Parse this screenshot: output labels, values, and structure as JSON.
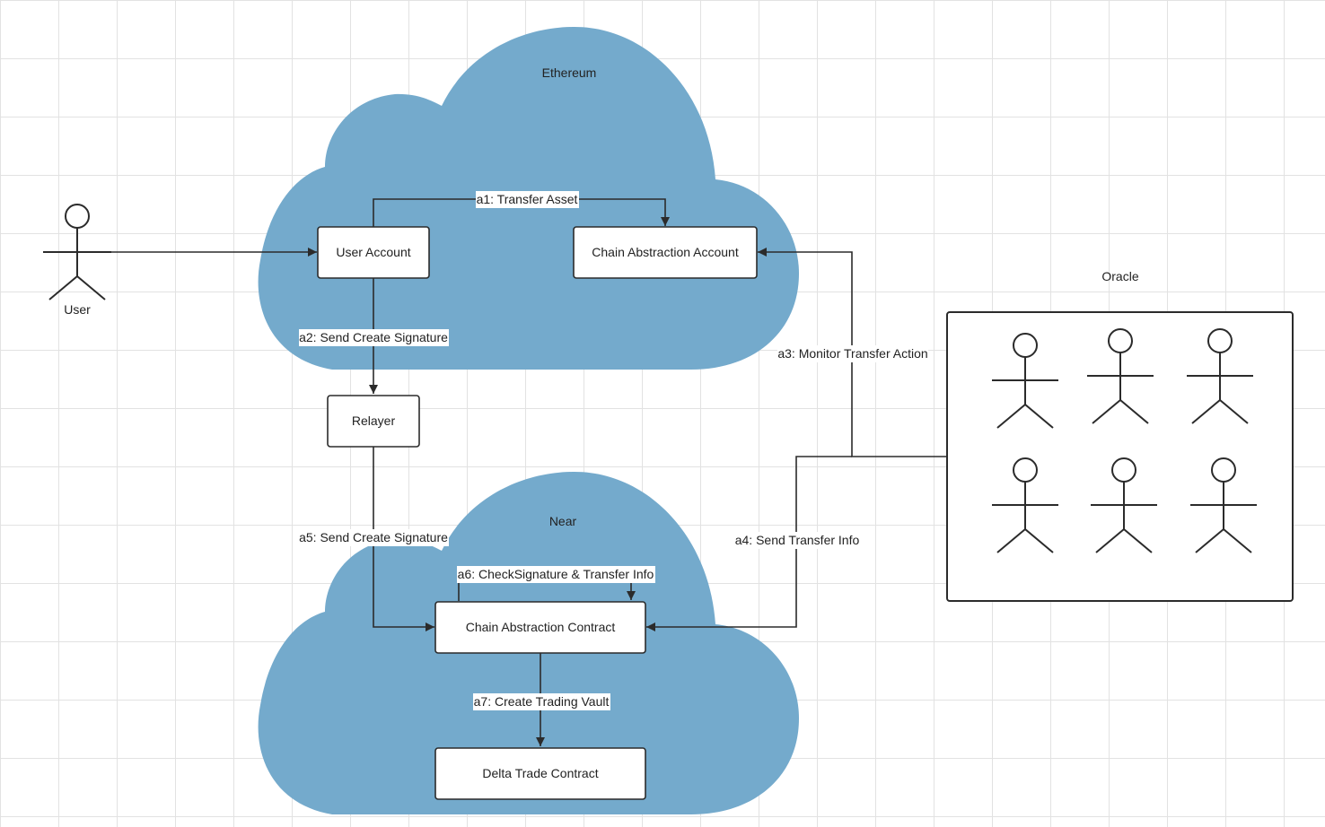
{
  "clouds": {
    "top": "Ethereum",
    "bottom": "Near"
  },
  "actors": {
    "user": "User",
    "oracle_group": "Oracle"
  },
  "nodes": {
    "user_account": "User Account",
    "chain_abstraction_account": "Chain Abstraction Account",
    "relayer": "Relayer",
    "chain_abstraction_contract": "Chain Abstraction Contract",
    "delta_trade_contract": "Delta Trade Contract"
  },
  "edges": {
    "a1": "a1: Transfer Asset",
    "a2": "a2: Send Create Signature",
    "a3": "a3: Monitor Transfer Action",
    "a4": "a4: Send Transfer Info",
    "a5": "a5: Send Create Signature",
    "a6": "a6: CheckSignature & Transfer Info",
    "a7": "a7: Create Trading Vault"
  },
  "colors": {
    "cloud": "#74aacc",
    "stroke": "#2b2b2b",
    "node_fill": "#ffffff",
    "text": "#222222"
  }
}
